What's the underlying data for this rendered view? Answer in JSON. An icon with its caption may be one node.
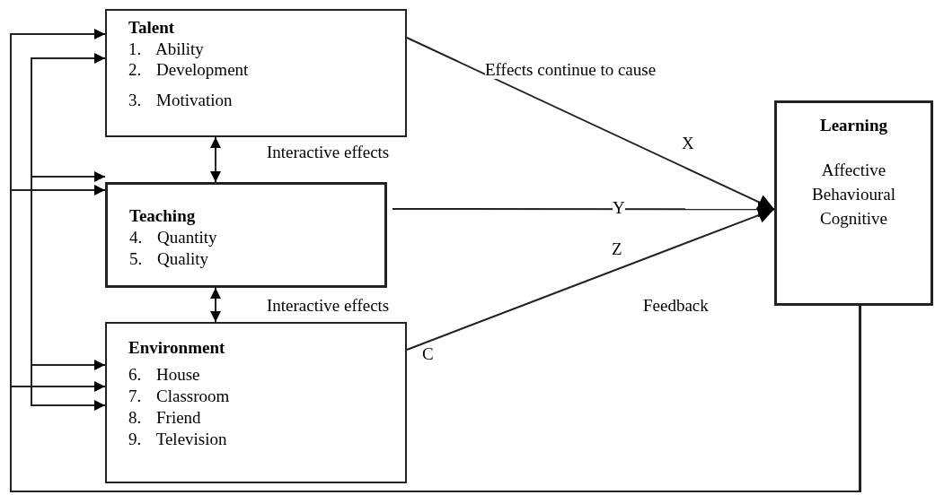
{
  "diagram": {
    "nodes": [
      {
        "text": [
          "Talent",
          "1. Ability",
          "2. Development",
          "3. Motivation"
        ]
      },
      {
        "text": [
          "Teaching",
          "4. Quantity",
          "5. Quality"
        ]
      },
      {
        "text": [
          "Environment",
          "6. House",
          "7. Classroom",
          "8. Friend",
          "9. Television"
        ]
      },
      {
        "text": [
          "Learning",
          "Affective",
          "Behavioural",
          "Cognitive"
        ]
      }
    ],
    "edges": [
      {
        "from": 0,
        "to": 3,
        "arrow": "to",
        "label": "X"
      },
      {
        "from": 1,
        "to": 3,
        "arrow": "to",
        "label": "Y"
      },
      {
        "from": 2,
        "to": 3,
        "arrow": "to",
        "label": "Z"
      },
      {
        "from": 0,
        "to": 1,
        "arrow": "both",
        "label": "Interactive effects"
      },
      {
        "from": 1,
        "to": 2,
        "arrow": "both",
        "label": "Interactive effects"
      },
      {
        "from": 3,
        "to": 0,
        "arrow": "to"
      },
      {
        "from": 3,
        "to": 0,
        "arrow": "to"
      },
      {
        "from": 3,
        "to": 1,
        "arrow": "to"
      },
      {
        "from": 3,
        "to": 1,
        "arrow": "to"
      },
      {
        "from": 3,
        "to": 2,
        "arrow": "to"
      },
      {
        "from": 3,
        "to": 2,
        "arrow": "to"
      },
      {
        "from": 3,
        "to": 2,
        "arrow": "to"
      }
    ],
    "labels": [
      "Effects continue to cause",
      "Feedback",
      "C"
    ]
  }
}
